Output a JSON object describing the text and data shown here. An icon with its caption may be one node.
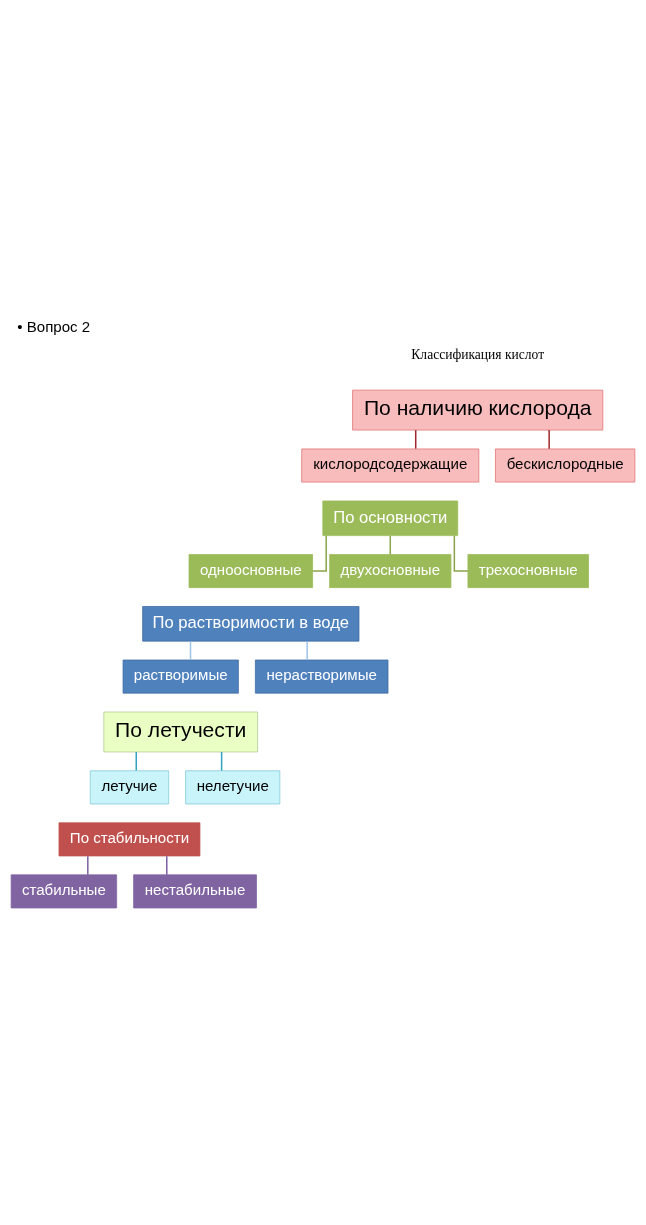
{
  "diagram": {
    "title": "• Вопрос 2",
    "nodes": [
      {
        "text": [
          "По наличию кислорода"
        ]
      },
      {
        "text": [
          "кислородсодержащие"
        ]
      },
      {
        "text": [
          "бескислородные"
        ]
      },
      {
        "text": [
          "По основности"
        ]
      },
      {
        "text": [
          "одноосновные"
        ]
      },
      {
        "text": [
          "двухосновные"
        ]
      },
      {
        "text": [
          "трехосновные"
        ]
      },
      {
        "text": [
          "По растворимости в воде"
        ]
      },
      {
        "text": [
          "растворимые"
        ]
      },
      {
        "text": [
          "нерастворимые"
        ]
      },
      {
        "text": [
          "По летучести"
        ]
      },
      {
        "text": [
          "летучие"
        ]
      },
      {
        "text": [
          "нелетучие"
        ]
      },
      {
        "text": [
          "По стабильности"
        ]
      },
      {
        "text": [
          "стабильные"
        ]
      },
      {
        "text": [
          "нестабильные"
        ]
      }
    ],
    "edges": [
      {
        "from": 0,
        "to": 1,
        "arrow": "none",
        "color": "#a0282d"
      },
      {
        "from": 0,
        "to": 2,
        "arrow": "none",
        "color": "#a0282d"
      },
      {
        "from": 3,
        "to": 4,
        "arrow": "none",
        "color": "#8aa44a"
      },
      {
        "from": 3,
        "to": 5,
        "arrow": "none",
        "color": "#8aa44a"
      },
      {
        "from": 3,
        "to": 6,
        "arrow": "none",
        "color": "#8aa44a"
      },
      {
        "from": 7,
        "to": 8,
        "arrow": "none",
        "color": "#9ec3e6"
      },
      {
        "from": 7,
        "to": 9,
        "arrow": "none",
        "color": "#9ec3e6"
      },
      {
        "from": 10,
        "to": 11,
        "arrow": "none",
        "color": "#31a2c0"
      },
      {
        "from": 10,
        "to": 12,
        "arrow": "none",
        "color": "#31a2c0"
      },
      {
        "from": 13,
        "to": 14,
        "arrow": "none",
        "color": "#7e5fa0"
      },
      {
        "from": 13,
        "to": 15,
        "arrow": "none",
        "color": "#7e5fa0"
      }
    ],
    "labels": [
      "Классификация кислот"
    ]
  }
}
